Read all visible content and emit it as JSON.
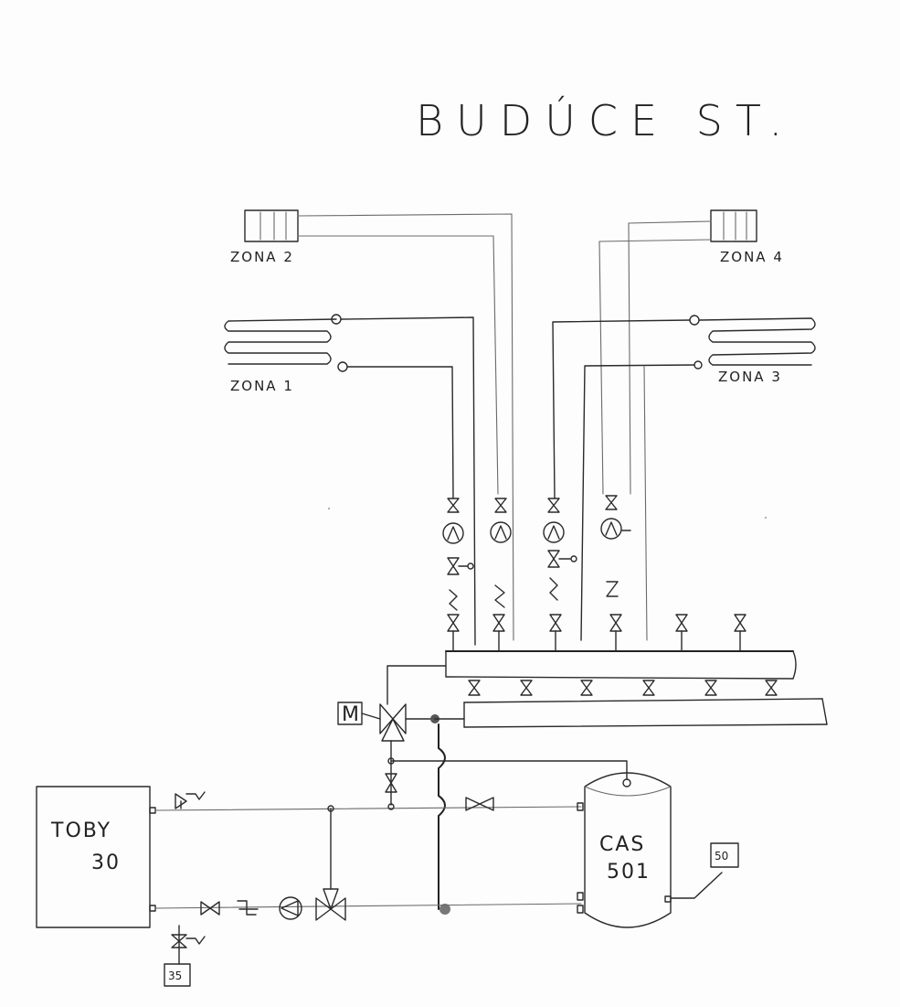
{
  "title": "BUDÚCE ST.",
  "zones": {
    "zona1": "ZONA 1",
    "zona2": "ZONA 2",
    "zona3": "ZONA 3",
    "zona4": "ZONA 4"
  },
  "boiler": {
    "line1": "TOBY",
    "line2": "30"
  },
  "tank": {
    "line1": "CAS",
    "line2": "501"
  },
  "tank_sensor": "50",
  "boiler_sensor": "35",
  "actuator": "M"
}
